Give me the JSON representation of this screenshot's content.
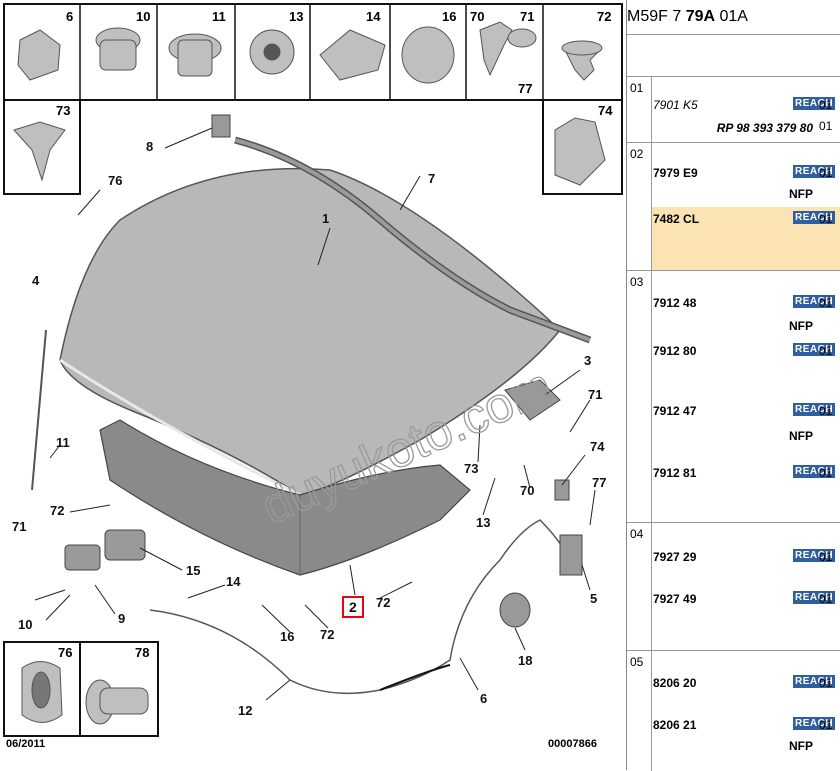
{
  "diagram": {
    "thumbs_top": [
      "6",
      "10",
      "11",
      "13",
      "14",
      "16",
      "70",
      "71",
      "72"
    ],
    "thumb_77": "77",
    "thumb_73": "73",
    "thumb_74": "74",
    "thumbs_bottom": [
      "76",
      "78"
    ],
    "callouts": {
      "c1": "1",
      "c2": "2",
      "c3": "3",
      "c4": "4",
      "c5": "5",
      "c6": "6",
      "c7": "7",
      "c8": "8",
      "c9": "9",
      "c10": "10",
      "c11": "11",
      "c12": "12",
      "c13": "13",
      "c14": "14",
      "c15": "15",
      "c16": "16",
      "c18": "18",
      "c70": "70",
      "c71a": "71",
      "c71b": "71",
      "c72a": "72",
      "c72b": "72",
      "c72c": "72",
      "c73": "73",
      "c74": "74",
      "c76": "76",
      "c77": "77"
    },
    "watermark": "duyukoto.com",
    "date": "06/2011",
    "doc_number": "00007866"
  },
  "panel": {
    "header_a": "M59F 7 ",
    "header_b": "79A",
    "header_c": " 01A",
    "groups": [
      {
        "num": "01",
        "rows": [
          {
            "ref": "7901 K5",
            "badge": "REACH",
            "qty": "01",
            "italic": true
          },
          {
            "sub": "RP 98 393 379 80",
            "qty": "01"
          }
        ]
      },
      {
        "num": "02",
        "rows": [
          {
            "ref": "7979 E9",
            "badge": "REACH",
            "qty": "01",
            "note": "NFP"
          },
          {
            "ref": "7482 CL",
            "badge": "REACH",
            "qty": "01",
            "highlight": true
          }
        ]
      },
      {
        "num": "03",
        "rows": [
          {
            "ref": "7912 48",
            "badge": "REACH",
            "qty": "01",
            "note": "NFP"
          },
          {
            "ref": "7912 80",
            "badge": "REACH",
            "qty": "01"
          },
          {
            "ref": "7912 47",
            "badge": "REACH",
            "qty": "01",
            "note": "NFP"
          },
          {
            "ref": "7912 81",
            "badge": "REACH",
            "qty": "01"
          }
        ]
      },
      {
        "num": "04",
        "rows": [
          {
            "ref": "7927 29",
            "badge": "REACH",
            "qty": "01"
          },
          {
            "ref": "7927 49",
            "badge": "REACH",
            "qty": "01"
          }
        ]
      },
      {
        "num": "05",
        "rows": [
          {
            "ref": "8206 20",
            "badge": "REACH",
            "qty": "01"
          },
          {
            "ref": "8206 21",
            "badge": "REACH",
            "qty": "01",
            "note": "NFP"
          }
        ]
      }
    ]
  }
}
